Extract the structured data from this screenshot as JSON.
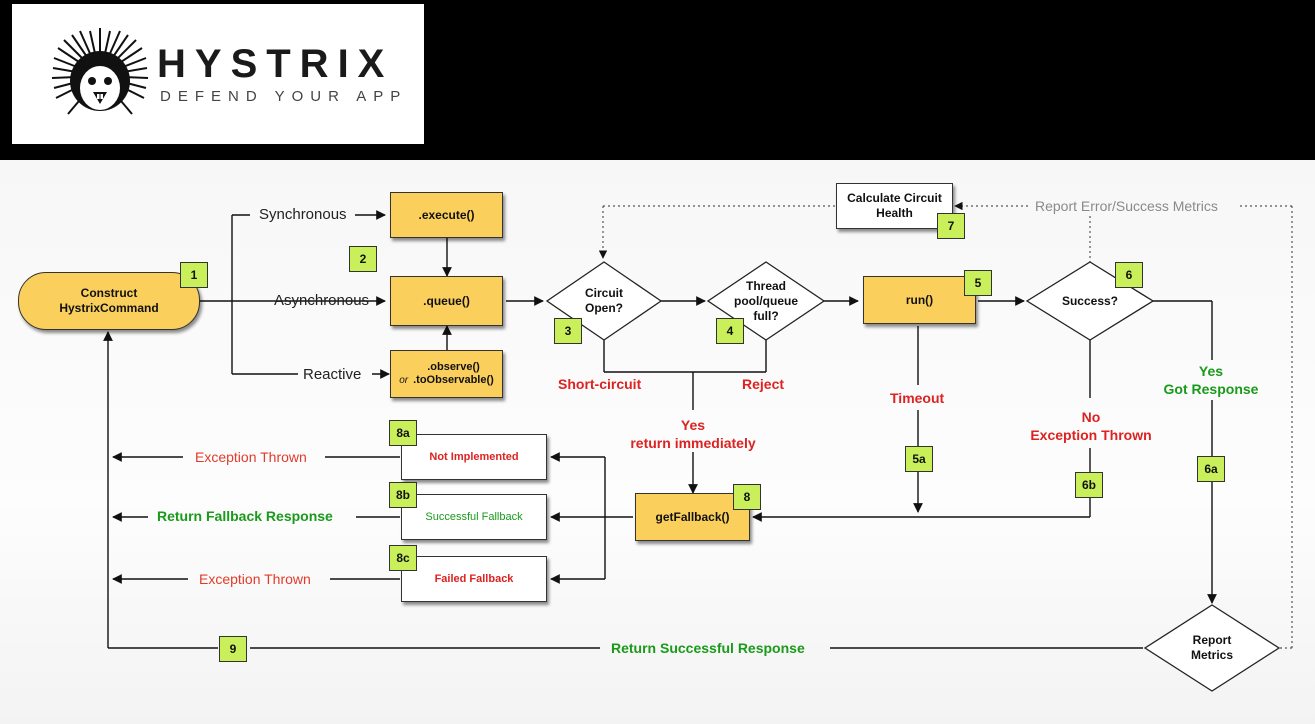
{
  "logo": {
    "title": "HYSTRIX",
    "tagline": "DEFEND YOUR APP",
    "mark": "porcupine-logo"
  },
  "nodes": {
    "construct": "Construct HystrixCommand",
    "execute": ".execute()",
    "queue": ".queue()",
    "observe": ".observe()",
    "observe_or": "or",
    "to_observable": ".toObservable()",
    "circuit_open": "Circuit Open?",
    "thread_pool": "Thread pool/queue full?",
    "run": "run()",
    "success": "Success?",
    "calc_health": "Calculate Circuit Health",
    "report_metrics": "Report Metrics",
    "get_fallback": "getFallback()",
    "not_implemented": "Not Implemented",
    "successful_fallback": "Successful Fallback",
    "failed_fallback": "Failed Fallback"
  },
  "badges": {
    "b1": "1",
    "b2": "2",
    "b3": "3",
    "b4": "4",
    "b5": "5",
    "b5a": "5a",
    "b6": "6",
    "b6a": "6a",
    "b6b": "6b",
    "b7": "7",
    "b8": "8",
    "b8a": "8a",
    "b8b": "8b",
    "b8c": "8c",
    "b9": "9"
  },
  "labels": {
    "synchronous": "Synchronous",
    "asynchronous": "Asynchronous",
    "reactive": "Reactive",
    "short_circuit": "Short-circuit",
    "reject": "Reject",
    "yes_return": "Yes\nreturn immediately",
    "timeout": "Timeout",
    "no_exception": "No\nException Thrown",
    "yes_got_response": "Yes\nGot Response",
    "report_metrics_label": "Report Error/Success Metrics",
    "exception_thrown_1": "Exception Thrown",
    "return_fallback": "Return Fallback Response",
    "exception_thrown_2": "Exception Thrown",
    "return_successful": "Return Successful Response"
  },
  "colors": {
    "step_box": "#fbcf5b",
    "badge": "#c9f05a",
    "error_text": "#d22222",
    "success_text": "#1a9a1a",
    "metrics_text": "#8a8a8a"
  }
}
